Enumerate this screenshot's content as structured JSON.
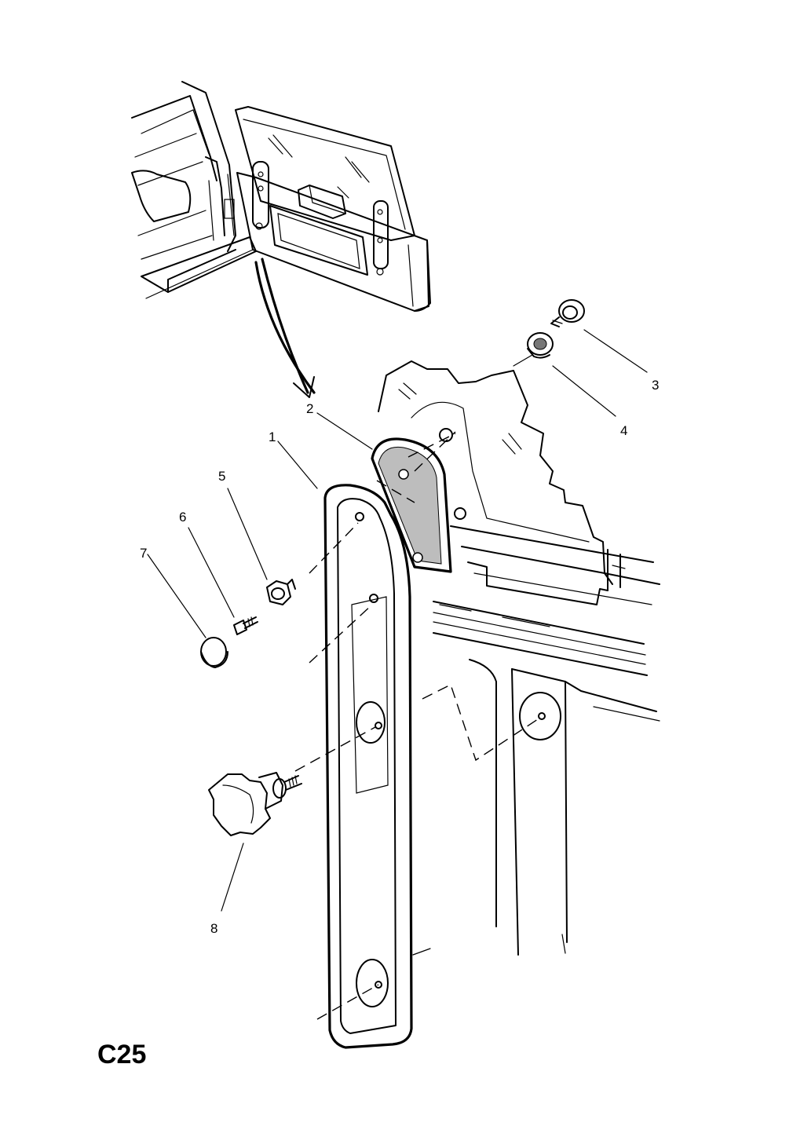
{
  "page_code": "C25",
  "callouts": [
    {
      "id": 1,
      "label": "1"
    },
    {
      "id": 2,
      "label": "2"
    },
    {
      "id": 3,
      "label": "3"
    },
    {
      "id": 4,
      "label": "4"
    },
    {
      "id": 5,
      "label": "5"
    },
    {
      "id": 6,
      "label": "6"
    },
    {
      "id": 7,
      "label": "7"
    },
    {
      "id": 8,
      "label": "8"
    }
  ]
}
